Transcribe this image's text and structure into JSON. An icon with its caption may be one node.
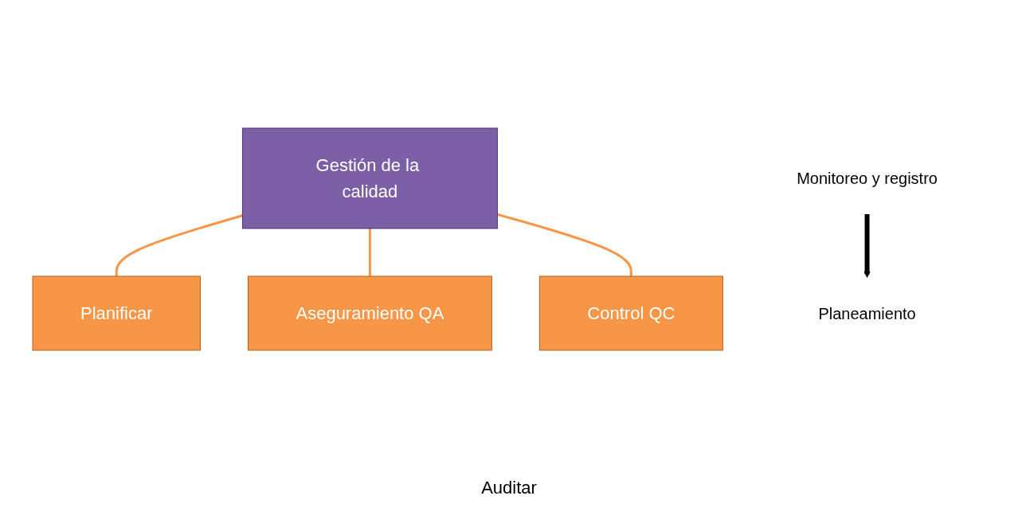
{
  "diagram": {
    "nodes": [
      {
        "text": [
          "Gestión de la calidad"
        ]
      },
      {
        "text": [
          "Planificar"
        ]
      },
      {
        "text": [
          "Aseguramiento QA"
        ]
      },
      {
        "text": [
          "Control QC"
        ]
      },
      {
        "text": [
          "Planeamiento"
        ]
      },
      {
        "text": [
          "Monitoreo y registro"
        ]
      }
    ],
    "edges": [
      {
        "from": 0,
        "to": 1,
        "arrow": "none",
        "color": "#f79646"
      },
      {
        "from": 0,
        "to": 2,
        "arrow": "none",
        "color": "#f79646"
      },
      {
        "from": 0,
        "to": 3,
        "arrow": "none",
        "color": "#f79646"
      },
      {
        "from": 5,
        "to": 4,
        "arrow": "to",
        "style": "thick",
        "color": "#000000"
      }
    ],
    "labels": [
      "Auditar"
    ]
  }
}
